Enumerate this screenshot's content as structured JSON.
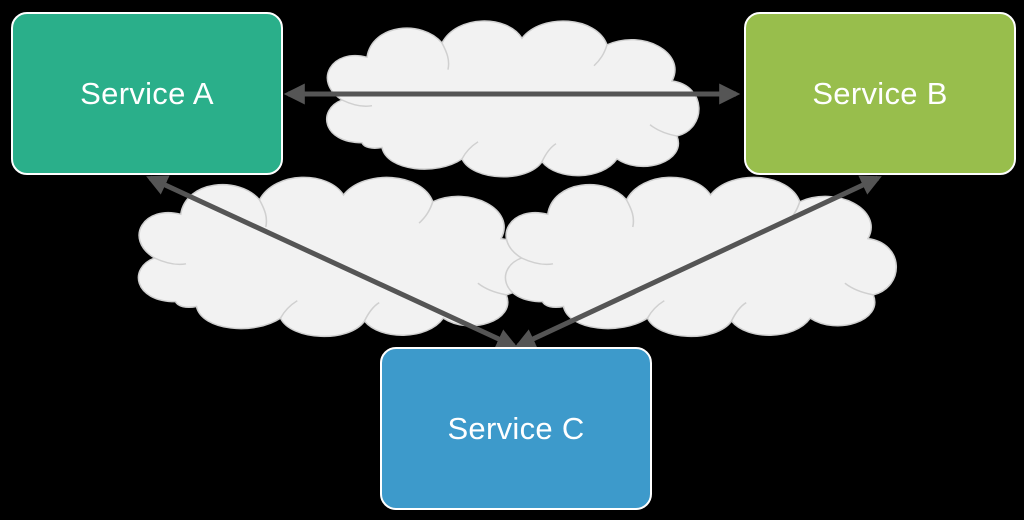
{
  "diagram": {
    "colors": {
      "background": "#000000",
      "cloud_fill": "#f2f2f2",
      "cloud_outline": "#d0d0d0",
      "arrow": "#555555"
    },
    "services": [
      {
        "id": "a",
        "label": "Service A",
        "color": "#2aaf8a"
      },
      {
        "id": "b",
        "label": "Service B",
        "color": "#98be4c"
      },
      {
        "id": "c",
        "label": "Service C",
        "color": "#3d9acb"
      }
    ],
    "connections": [
      {
        "from": "Service A",
        "to": "Service B",
        "bidirectional": true,
        "icon": "cloud-icon"
      },
      {
        "from": "Service A",
        "to": "Service C",
        "bidirectional": true,
        "icon": "cloud-icon"
      },
      {
        "from": "Service B",
        "to": "Service C",
        "bidirectional": true,
        "icon": "cloud-icon"
      }
    ]
  }
}
